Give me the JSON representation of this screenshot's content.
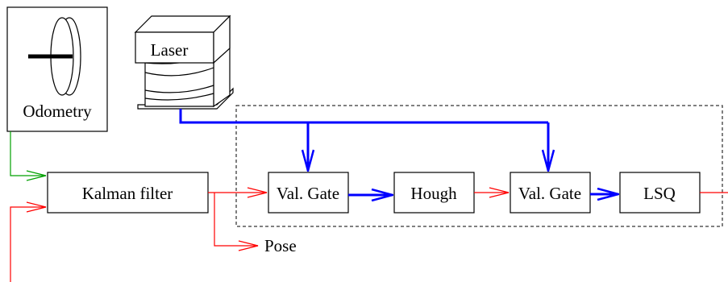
{
  "labels": {
    "odometry": "Odometry",
    "laser": "Laser",
    "kalman": "Kalman filter",
    "val_gate_1": "Val. Gate",
    "hough": "Hough",
    "val_gate_2": "Val. Gate",
    "lsq": "LSQ",
    "pose": "Pose"
  },
  "colors": {
    "pose_flow": "#ff0000",
    "odometry_flow": "#00a000",
    "laser_flow": "#0000ff"
  }
}
